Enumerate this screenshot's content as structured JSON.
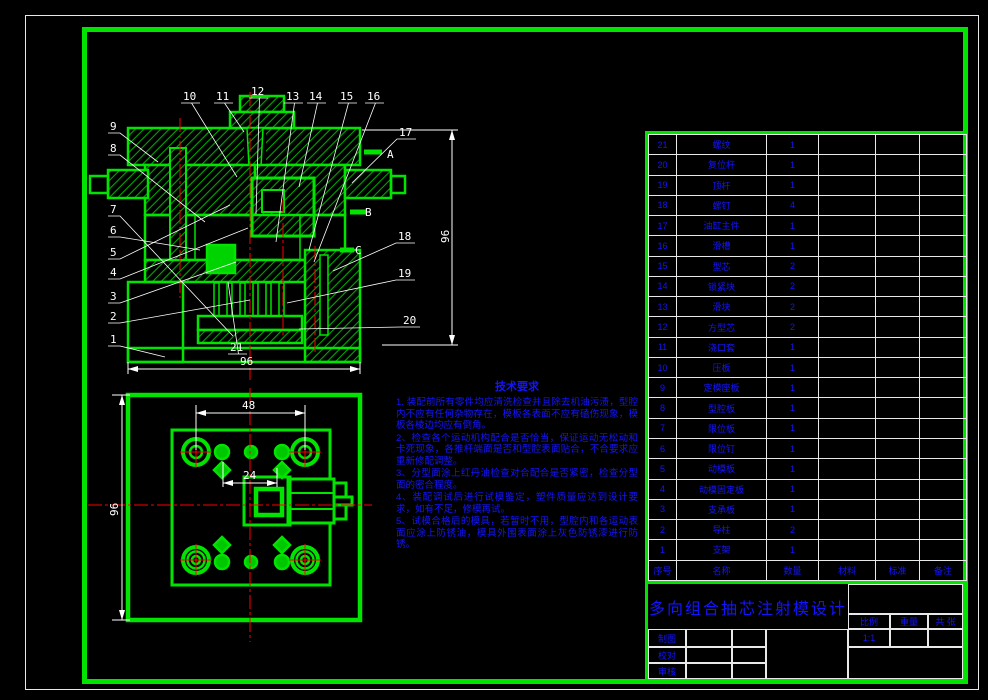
{
  "drawing_title": "多向组合抽芯注射模设计",
  "notes": {
    "title": "技术要求",
    "items": [
      "1. 装配前所有零件均应清洗检查并且除去机油污渍，型腔内不应有任何杂物存在，模板各表面不应有磕伤现象，模板各棱边均应有倒角。",
      "2、检查各个运动机构配合是否恰当，保证运动无松动和卡死现象，各推杆端面是否和型腔表面贴合，不合要求应重新修配调整。",
      "3、分型面涂上红丹油检查对合配合是否紧密，检查分型面的密合程度。",
      "4、装配调试后进行试模鉴定，塑件质量应达到设计要求，如有不足，修模再试。",
      "5、试模合格后的模具，若暂时不用，型腔内和各运动表面应涂上防锈油，模具外围表面涂上灰色防锈漆进行防锈。"
    ]
  },
  "section": {
    "balloons": [
      "9",
      "8",
      "7",
      "6",
      "5",
      "4",
      "3",
      "2",
      "1",
      "10",
      "11",
      "12",
      "13",
      "14",
      "15",
      "16",
      "17",
      "A",
      "B",
      "C",
      "18",
      "19",
      "20",
      "21"
    ]
  },
  "dims": {
    "section_width": "96",
    "section_height": "96",
    "plan_top": "48",
    "plan_mid": "24",
    "plan_left": "96"
  },
  "parts_table": {
    "headers": [
      "序号",
      "名称",
      "数量",
      "材料",
      "标准",
      "备注"
    ],
    "rows": [
      [
        "21",
        "螺纹",
        "1",
        "",
        "",
        ""
      ],
      [
        "20",
        "复位杆",
        "1",
        "",
        "",
        ""
      ],
      [
        "19",
        "顶杆",
        "1",
        "",
        "",
        ""
      ],
      [
        "18",
        "螺钉",
        "4",
        "",
        "",
        ""
      ],
      [
        "17",
        "油缸主件",
        "1",
        "",
        "",
        ""
      ],
      [
        "16",
        "滑槽",
        "1",
        "",
        "",
        ""
      ],
      [
        "15",
        "型芯",
        "2",
        "",
        "",
        ""
      ],
      [
        "14",
        "锁紧块",
        "2",
        "",
        "",
        ""
      ],
      [
        "13",
        "滑块",
        "2",
        "",
        "",
        ""
      ],
      [
        "12",
        "方型芯",
        "2",
        "",
        "",
        ""
      ],
      [
        "11",
        "浇口套",
        "1",
        "",
        "",
        ""
      ],
      [
        "10",
        "压板",
        "1",
        "",
        "",
        ""
      ],
      [
        "9",
        "定模座板",
        "1",
        "",
        "",
        ""
      ],
      [
        "8",
        "型腔板",
        "1",
        "",
        "",
        ""
      ],
      [
        "7",
        "限位板",
        "1",
        "",
        "",
        ""
      ],
      [
        "6",
        "限位钉",
        "1",
        "",
        "",
        ""
      ],
      [
        "5",
        "动模板",
        "1",
        "",
        "",
        ""
      ],
      [
        "4",
        "动模固定板",
        "1",
        "",
        "",
        ""
      ],
      [
        "3",
        "支承板",
        "1",
        "",
        "",
        ""
      ],
      [
        "2",
        "导柱",
        "2",
        "",
        "",
        ""
      ],
      [
        "1",
        "支架",
        "1",
        "",
        "",
        ""
      ]
    ]
  },
  "title_block": {
    "title": "多向组合抽芯注射模设计",
    "scale_label": "比例",
    "weight_label": "重量",
    "sheets_label": "共 张",
    "scale_value": "1:1",
    "drafter_label": "制图",
    "checker_label": "校对",
    "auditor_label": "审核"
  },
  "colors": {
    "line_green": "#00e400",
    "text_blue": "#1414ff",
    "centerline_red": "#ff0000",
    "dim_white": "#ffffff"
  }
}
